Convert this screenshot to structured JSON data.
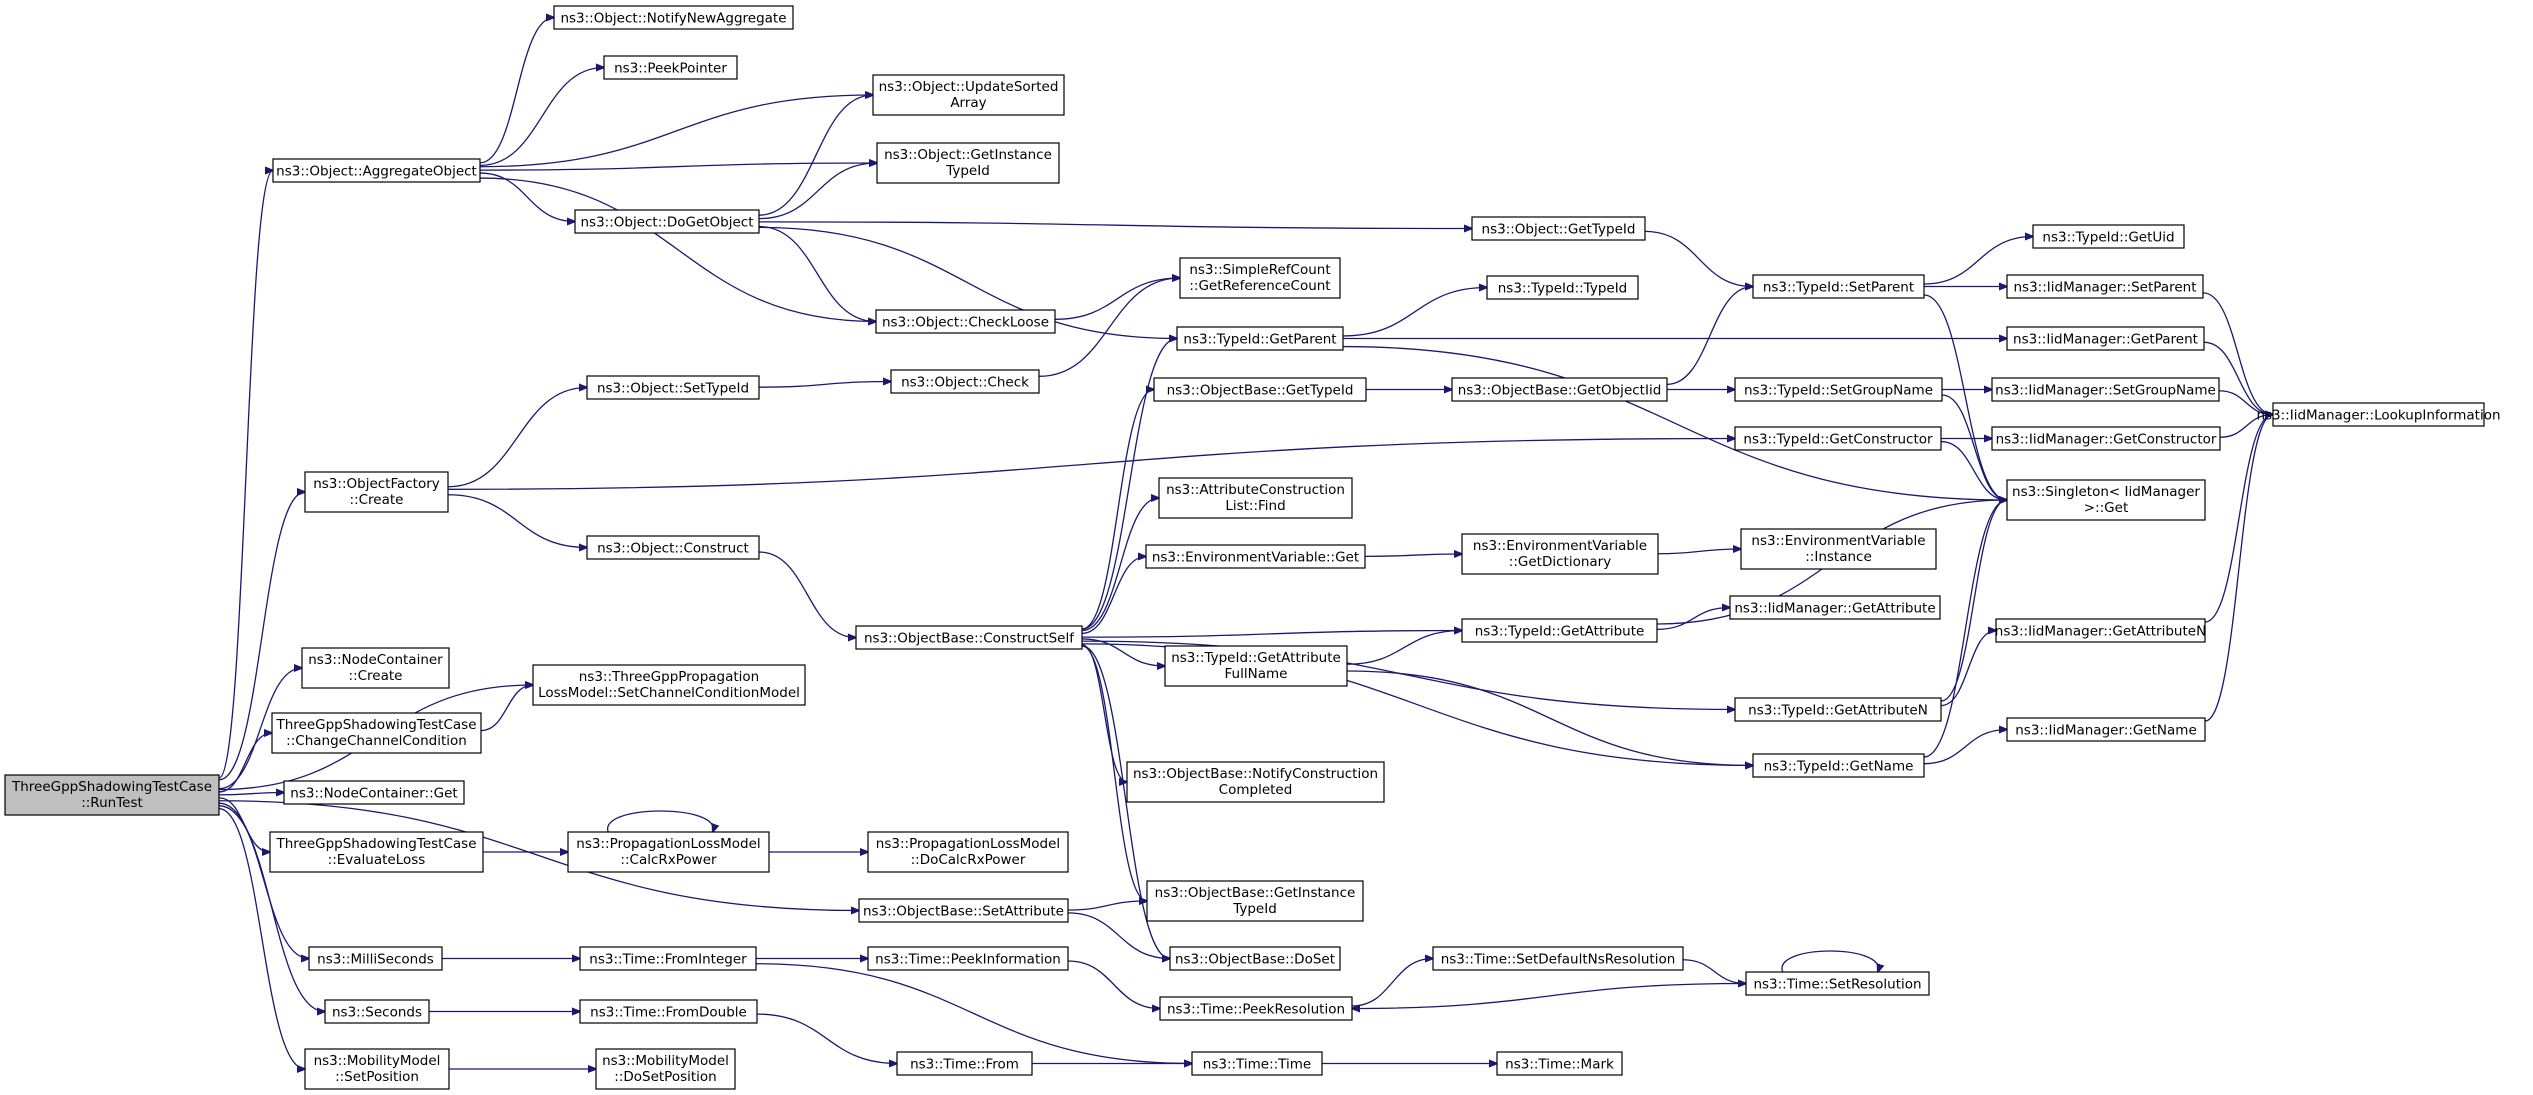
{
  "colors": {
    "edge": "#191970",
    "node_border": "#000000",
    "node_fill": "#ffffff",
    "root_fill": "#bfbfbf",
    "background": "#ffffff"
  },
  "nodes": [
    {
      "id": "root",
      "lines": [
        "ThreeGppShadowingTestCase",
        "::RunTest"
      ],
      "root": true
    },
    {
      "id": "notifyNewAgg",
      "lines": [
        "ns3::Object::NotifyNewAggregate"
      ]
    },
    {
      "id": "peekPointer",
      "lines": [
        "ns3::PeekPointer"
      ]
    },
    {
      "id": "updateSorted",
      "lines": [
        "ns3::Object::UpdateSorted",
        "Array"
      ]
    },
    {
      "id": "getInstanceTypeIdObj",
      "lines": [
        "ns3::Object::GetInstance",
        "TypeId"
      ]
    },
    {
      "id": "aggregateObject",
      "lines": [
        "ns3::Object::AggregateObject"
      ]
    },
    {
      "id": "doGetObject",
      "lines": [
        "ns3::Object::DoGetObject"
      ]
    },
    {
      "id": "objGetTypeId",
      "lines": [
        "ns3::Object::GetTypeId"
      ]
    },
    {
      "id": "getUid",
      "lines": [
        "ns3::TypeId::GetUid"
      ]
    },
    {
      "id": "setParent",
      "lines": [
        "ns3::TypeId::SetParent"
      ]
    },
    {
      "id": "iidSetParent",
      "lines": [
        "ns3::IidManager::SetParent"
      ]
    },
    {
      "id": "getRefCount",
      "lines": [
        "ns3::SimpleRefCount",
        "::GetReferenceCount"
      ]
    },
    {
      "id": "typeIdTypeId",
      "lines": [
        "ns3::TypeId::TypeId"
      ]
    },
    {
      "id": "checkLoose",
      "lines": [
        "ns3::Object::CheckLoose"
      ]
    },
    {
      "id": "getParent",
      "lines": [
        "ns3::TypeId::GetParent"
      ]
    },
    {
      "id": "iidGetParent",
      "lines": [
        "ns3::IidManager::GetParent"
      ]
    },
    {
      "id": "setTypeId",
      "lines": [
        "ns3::Object::SetTypeId"
      ]
    },
    {
      "id": "objCheck",
      "lines": [
        "ns3::Object::Check"
      ]
    },
    {
      "id": "objBaseGetTypeId",
      "lines": [
        "ns3::ObjectBase::GetTypeId"
      ]
    },
    {
      "id": "getObjectIid",
      "lines": [
        "ns3::ObjectBase::GetObjectIid"
      ]
    },
    {
      "id": "setGroupName",
      "lines": [
        "ns3::TypeId::SetGroupName"
      ]
    },
    {
      "id": "iidSetGroupName",
      "lines": [
        "ns3::IidManager::SetGroupName"
      ]
    },
    {
      "id": "lookupInfo",
      "lines": [
        "ns3::IidManager::LookupInformation"
      ]
    },
    {
      "id": "objectFactoryCreate",
      "lines": [
        "ns3::ObjectFactory",
        "::Create"
      ]
    },
    {
      "id": "getConstructor",
      "lines": [
        "ns3::TypeId::GetConstructor"
      ]
    },
    {
      "id": "iidGetConstructor",
      "lines": [
        "ns3::IidManager::GetConstructor"
      ]
    },
    {
      "id": "attrConstructionFind",
      "lines": [
        "ns3::AttributeConstruction",
        "List::Find"
      ]
    },
    {
      "id": "singletonGet",
      "lines": [
        "ns3::Singleton< IidManager",
        " >::Get"
      ]
    },
    {
      "id": "objConstruct",
      "lines": [
        "ns3::Object::Construct"
      ]
    },
    {
      "id": "envVarGet",
      "lines": [
        "ns3::EnvironmentVariable::Get"
      ]
    },
    {
      "id": "envVarGetDict",
      "lines": [
        "ns3::EnvironmentVariable",
        "::GetDictionary"
      ]
    },
    {
      "id": "envVarInstance",
      "lines": [
        "ns3::EnvironmentVariable",
        "::Instance"
      ]
    },
    {
      "id": "iidGetAttribute",
      "lines": [
        "ns3::IidManager::GetAttribute"
      ]
    },
    {
      "id": "constructSelf",
      "lines": [
        "ns3::ObjectBase::ConstructSelf"
      ]
    },
    {
      "id": "getAttribute",
      "lines": [
        "ns3::TypeId::GetAttribute"
      ]
    },
    {
      "id": "iidGetAttributeN",
      "lines": [
        "ns3::IidManager::GetAttributeN"
      ]
    },
    {
      "id": "getAttributeFullName",
      "lines": [
        "ns3::TypeId::GetAttribute",
        "FullName"
      ]
    },
    {
      "id": "nodeContainerCreate",
      "lines": [
        "ns3::NodeContainer",
        "::Create"
      ]
    },
    {
      "id": "setChannelCondition",
      "lines": [
        "ns3::ThreeGppPropagation",
        "LossModel::SetChannelConditionModel"
      ]
    },
    {
      "id": "changeChannelCondition",
      "lines": [
        "ThreeGppShadowingTestCase",
        "::ChangeChannelCondition"
      ]
    },
    {
      "id": "getAttributeN",
      "lines": [
        "ns3::TypeId::GetAttributeN"
      ]
    },
    {
      "id": "iidGetName",
      "lines": [
        "ns3::IidManager::GetName"
      ]
    },
    {
      "id": "typeIdGetName",
      "lines": [
        "ns3::TypeId::GetName"
      ]
    },
    {
      "id": "notifyConstructionCompleted",
      "lines": [
        "ns3::ObjectBase::NotifyConstruction",
        "Completed"
      ]
    },
    {
      "id": "nodeContainerGet",
      "lines": [
        "ns3::NodeContainer::Get"
      ]
    },
    {
      "id": "evaluateLoss",
      "lines": [
        "ThreeGppShadowingTestCase",
        "::EvaluateLoss"
      ]
    },
    {
      "id": "calcRxPower",
      "lines": [
        "ns3::PropagationLossModel",
        "::CalcRxPower"
      ]
    },
    {
      "id": "doCalcRxPower",
      "lines": [
        "ns3::PropagationLossModel",
        "::DoCalcRxPower"
      ]
    },
    {
      "id": "setAttribute",
      "lines": [
        "ns3::ObjectBase::SetAttribute"
      ]
    },
    {
      "id": "getInstanceTypeIdBase",
      "lines": [
        "ns3::ObjectBase::GetInstance",
        "TypeId"
      ]
    },
    {
      "id": "milliSeconds",
      "lines": [
        "ns3::MilliSeconds"
      ]
    },
    {
      "id": "fromInteger",
      "lines": [
        "ns3::Time::FromInteger"
      ]
    },
    {
      "id": "peekInformation",
      "lines": [
        "ns3::Time::PeekInformation"
      ]
    },
    {
      "id": "doSet",
      "lines": [
        "ns3::ObjectBase::DoSet"
      ]
    },
    {
      "id": "setDefaultNsRes",
      "lines": [
        "ns3::Time::SetDefaultNsResolution"
      ]
    },
    {
      "id": "setResolution",
      "lines": [
        "ns3::Time::SetResolution"
      ]
    },
    {
      "id": "peekResolution",
      "lines": [
        "ns3::Time::PeekResolution"
      ]
    },
    {
      "id": "seconds",
      "lines": [
        "ns3::Seconds"
      ]
    },
    {
      "id": "fromDouble",
      "lines": [
        "ns3::Time::FromDouble"
      ]
    },
    {
      "id": "mobilitySetPosition",
      "lines": [
        "ns3::MobilityModel",
        "::SetPosition"
      ]
    },
    {
      "id": "mobilityDoSetPosition",
      "lines": [
        "ns3::MobilityModel",
        "::DoSetPosition"
      ]
    },
    {
      "id": "timeFrom",
      "lines": [
        "ns3::Time::From"
      ]
    },
    {
      "id": "timeTime",
      "lines": [
        "ns3::Time::Time"
      ]
    },
    {
      "id": "timeMark",
      "lines": [
        "ns3::Time::Mark"
      ]
    }
  ],
  "edges": [
    [
      "root",
      "aggregateObject"
    ],
    [
      "root",
      "objectFactoryCreate"
    ],
    [
      "root",
      "setChannelCondition"
    ],
    [
      "root",
      "changeChannelCondition"
    ],
    [
      "root",
      "nodeContainerCreate"
    ],
    [
      "root",
      "nodeContainerGet"
    ],
    [
      "root",
      "evaluateLoss"
    ],
    [
      "root",
      "setAttribute"
    ],
    [
      "root",
      "milliSeconds"
    ],
    [
      "root",
      "seconds"
    ],
    [
      "root",
      "mobilitySetPosition"
    ],
    [
      "aggregateObject",
      "notifyNewAgg"
    ],
    [
      "aggregateObject",
      "peekPointer"
    ],
    [
      "aggregateObject",
      "updateSorted"
    ],
    [
      "aggregateObject",
      "getInstanceTypeIdObj"
    ],
    [
      "aggregateObject",
      "doGetObject"
    ],
    [
      "aggregateObject",
      "checkLoose"
    ],
    [
      "doGetObject",
      "updateSorted"
    ],
    [
      "doGetObject",
      "getInstanceTypeIdObj"
    ],
    [
      "doGetObject",
      "objGetTypeId"
    ],
    [
      "doGetObject",
      "checkLoose"
    ],
    [
      "doGetObject",
      "getParent"
    ],
    [
      "objGetTypeId",
      "setParent"
    ],
    [
      "setParent",
      "getUid"
    ],
    [
      "setParent",
      "iidSetParent"
    ],
    [
      "setParent",
      "singletonGet"
    ],
    [
      "iidSetParent",
      "lookupInfo"
    ],
    [
      "checkLoose",
      "getRefCount"
    ],
    [
      "objCheck",
      "getRefCount"
    ],
    [
      "getParent",
      "typeIdTypeId"
    ],
    [
      "getParent",
      "iidGetParent"
    ],
    [
      "getParent",
      "singletonGet"
    ],
    [
      "iidGetParent",
      "lookupInfo"
    ],
    [
      "objectFactoryCreate",
      "setTypeId"
    ],
    [
      "objectFactoryCreate",
      "getConstructor"
    ],
    [
      "objectFactoryCreate",
      "objConstruct"
    ],
    [
      "setTypeId",
      "objCheck"
    ],
    [
      "objConstruct",
      "constructSelf"
    ],
    [
      "constructSelf",
      "getParent"
    ],
    [
      "constructSelf",
      "objBaseGetTypeId"
    ],
    [
      "constructSelf",
      "attrConstructionFind"
    ],
    [
      "constructSelf",
      "envVarGet"
    ],
    [
      "constructSelf",
      "getAttribute"
    ],
    [
      "constructSelf",
      "getAttributeFullName"
    ],
    [
      "constructSelf",
      "getAttributeN"
    ],
    [
      "constructSelf",
      "notifyConstructionCompleted"
    ],
    [
      "constructSelf",
      "typeIdGetName"
    ],
    [
      "constructSelf",
      "getInstanceTypeIdBase"
    ],
    [
      "constructSelf",
      "doSet"
    ],
    [
      "objBaseGetTypeId",
      "getObjectIid"
    ],
    [
      "getObjectIid",
      "setParent"
    ],
    [
      "getObjectIid",
      "setGroupName"
    ],
    [
      "setGroupName",
      "iidSetGroupName"
    ],
    [
      "setGroupName",
      "singletonGet"
    ],
    [
      "iidSetGroupName",
      "lookupInfo"
    ],
    [
      "getConstructor",
      "iidGetConstructor"
    ],
    [
      "getConstructor",
      "singletonGet"
    ],
    [
      "iidGetConstructor",
      "lookupInfo"
    ],
    [
      "envVarGet",
      "envVarGetDict"
    ],
    [
      "envVarGetDict",
      "envVarInstance"
    ],
    [
      "getAttribute",
      "iidGetAttribute"
    ],
    [
      "getAttribute",
      "singletonGet"
    ],
    [
      "getAttributeFullName",
      "getAttribute"
    ],
    [
      "getAttributeFullName",
      "typeIdGetName"
    ],
    [
      "getAttributeN",
      "iidGetAttributeN"
    ],
    [
      "getAttributeN",
      "singletonGet"
    ],
    [
      "iidGetAttributeN",
      "lookupInfo"
    ],
    [
      "typeIdGetName",
      "iidGetName"
    ],
    [
      "typeIdGetName",
      "singletonGet"
    ],
    [
      "iidGetName",
      "lookupInfo"
    ],
    [
      "changeChannelCondition",
      "setChannelCondition"
    ],
    [
      "evaluateLoss",
      "calcRxPower"
    ],
    [
      "calcRxPower",
      "calcRxPower"
    ],
    [
      "calcRxPower",
      "doCalcRxPower"
    ],
    [
      "setAttribute",
      "getInstanceTypeIdBase"
    ],
    [
      "setAttribute",
      "doSet"
    ],
    [
      "milliSeconds",
      "fromInteger"
    ],
    [
      "fromInteger",
      "peekInformation"
    ],
    [
      "fromInteger",
      "timeTime"
    ],
    [
      "peekInformation",
      "peekResolution"
    ],
    [
      "peekResolution",
      "setDefaultNsRes"
    ],
    [
      "setDefaultNsRes",
      "setResolution"
    ],
    [
      "setResolution",
      "setResolution"
    ],
    [
      "setResolution",
      "peekResolution"
    ],
    [
      "seconds",
      "fromDouble"
    ],
    [
      "fromDouble",
      "timeFrom"
    ],
    [
      "timeFrom",
      "timeTime"
    ],
    [
      "timeTime",
      "timeMark"
    ],
    [
      "mobilitySetPosition",
      "mobilityDoSetPosition"
    ]
  ]
}
